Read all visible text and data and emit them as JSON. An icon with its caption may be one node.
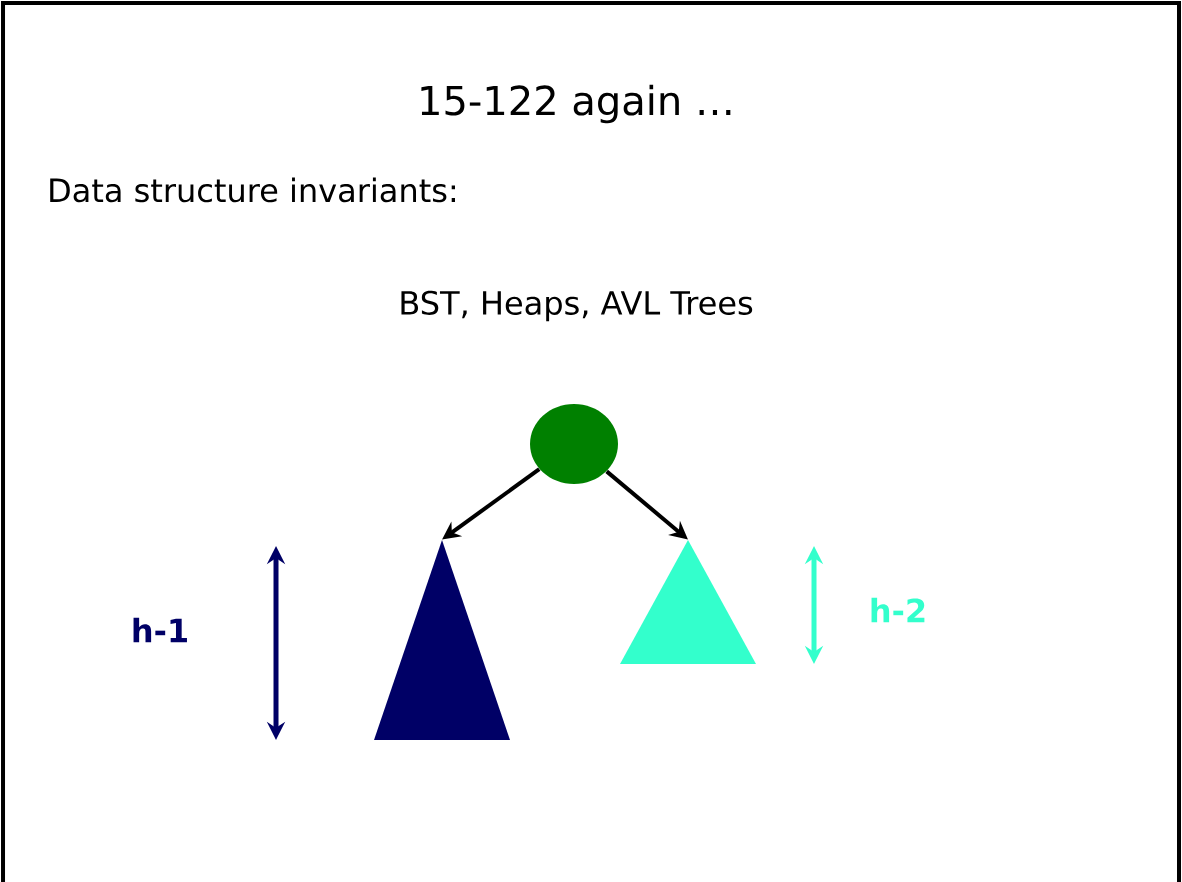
{
  "diagram": {
    "title": "15-122 again …",
    "nodes": [
      {
        "text": [],
        "shape": "circle"
      },
      {
        "text": [],
        "shape": "triangle"
      },
      {
        "text": [],
        "shape": "triangle"
      }
    ],
    "edges": [
      {
        "from": 0,
        "to": 1,
        "arrow": "to"
      },
      {
        "from": 0,
        "to": 2,
        "arrow": "to"
      }
    ],
    "labels": [
      "Data structure invariants:",
      "BST, Heaps, AVL Trees",
      "h-1",
      "h-2"
    ]
  }
}
